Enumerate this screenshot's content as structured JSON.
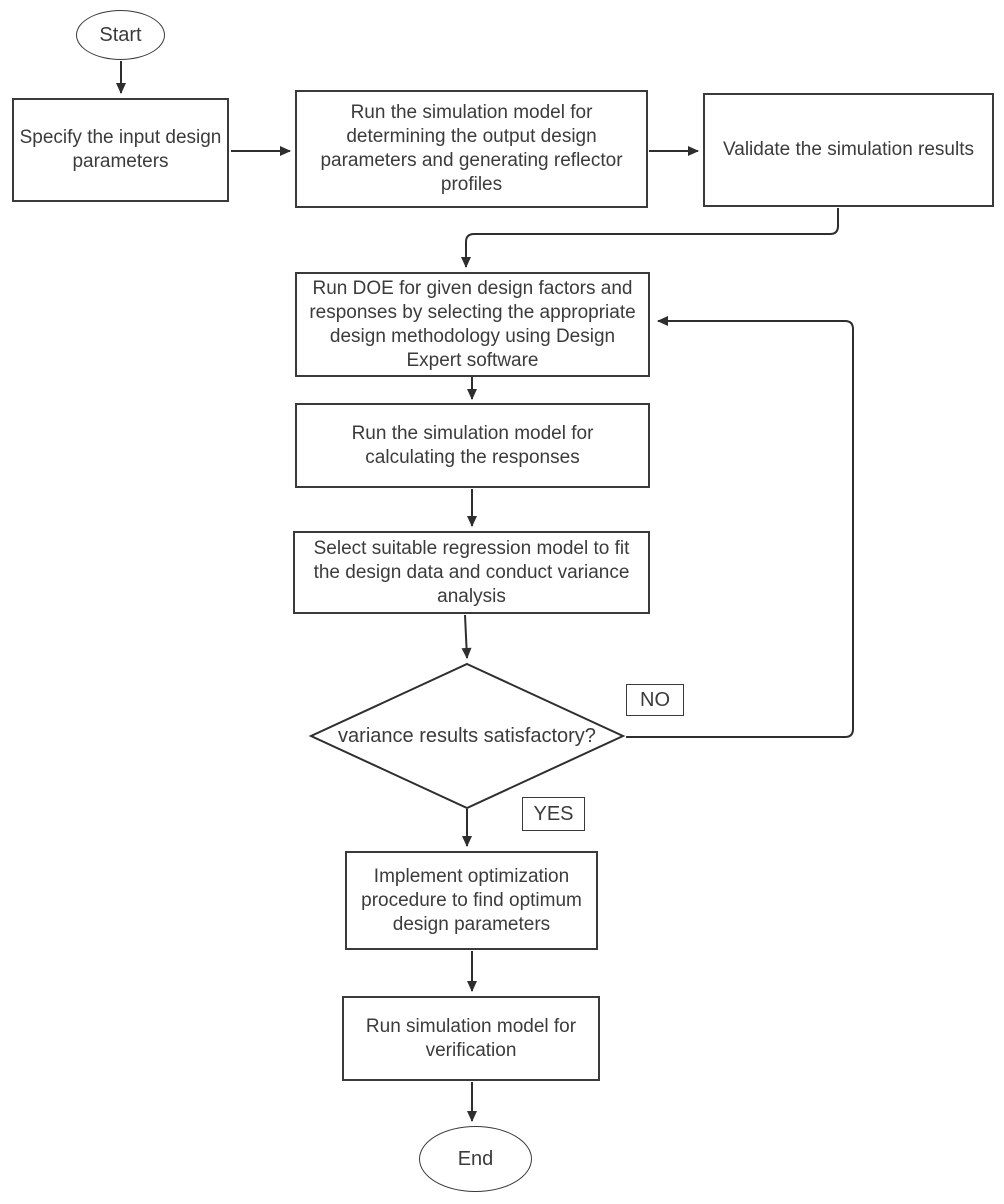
{
  "diagram": {
    "type": "flowchart",
    "colors": {
      "background": "#ffffff",
      "line": "#2e2e2e",
      "text": "#3b3b3b",
      "node_fill": "#ffffff"
    },
    "nodes": {
      "start": {
        "type": "terminator",
        "label": "Start"
      },
      "specify": {
        "type": "process",
        "label": "Specify the input design\nparameters"
      },
      "run_sim_output": {
        "type": "process",
        "label": "Run the simulation model for\ndetermining the output design\nparameters and generating reflector\nprofiles"
      },
      "validate": {
        "type": "process",
        "label": "Validate the simulation results"
      },
      "run_doe": {
        "type": "process",
        "label": "Run DOE for given design factors and\nresponses by selecting the appropriate\ndesign methodology using Design\nExpert software"
      },
      "run_sim_responses": {
        "type": "process",
        "label": "Run the simulation model for\ncalculating the responses"
      },
      "select_regression": {
        "type": "process",
        "label": "Select suitable regression model to fit\nthe design data and conduct variance\nanalysis"
      },
      "decision": {
        "type": "decision",
        "label": "variance results satisfactory?"
      },
      "implement": {
        "type": "process",
        "label": "Implement optimization\nprocedure to find optimum\ndesign parameters"
      },
      "run_sim_verify": {
        "type": "process",
        "label": "Run simulation model for\nverification"
      },
      "end": {
        "type": "terminator",
        "label": "End"
      }
    },
    "edge_labels": {
      "no": "NO",
      "yes": "YES"
    },
    "edges": [
      {
        "from": "start",
        "to": "specify"
      },
      {
        "from": "specify",
        "to": "run_sim_output"
      },
      {
        "from": "run_sim_output",
        "to": "validate"
      },
      {
        "from": "validate",
        "to": "run_doe"
      },
      {
        "from": "run_doe",
        "to": "run_sim_responses"
      },
      {
        "from": "run_sim_responses",
        "to": "select_regression"
      },
      {
        "from": "select_regression",
        "to": "decision"
      },
      {
        "from": "decision",
        "to": "run_doe",
        "label": "NO"
      },
      {
        "from": "decision",
        "to": "implement",
        "label": "YES"
      },
      {
        "from": "implement",
        "to": "run_sim_verify"
      },
      {
        "from": "run_sim_verify",
        "to": "end"
      }
    ]
  }
}
